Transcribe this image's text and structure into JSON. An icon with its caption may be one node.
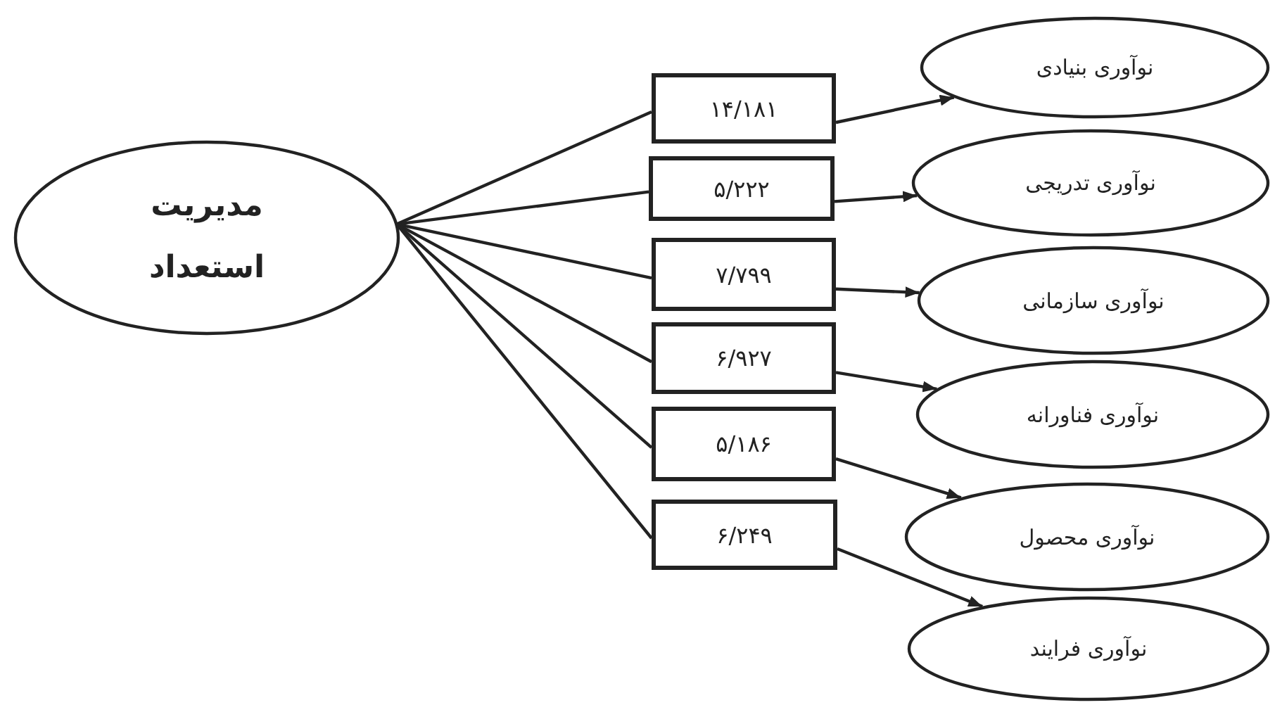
{
  "diagram": {
    "nodes": [
      {
        "text": [
          "مدیریت استعداد"
        ]
      },
      {
        "text": [
          "۱۴/۱۸۱"
        ]
      },
      {
        "text": [
          "۵/۲۲۲"
        ]
      },
      {
        "text": [
          "۷/۷۹۹"
        ]
      },
      {
        "text": [
          "۶/۹۲۷"
        ]
      },
      {
        "text": [
          "۵/۱۸۶"
        ]
      },
      {
        "text": [
          "۶/۲۴۹"
        ]
      },
      {
        "text": [
          "نوآوری بنیادی"
        ]
      },
      {
        "text": [
          "نوآوری تدریجی"
        ]
      },
      {
        "text": [
          "نوآوری سازمانی"
        ]
      },
      {
        "text": [
          "نوآوری فناورانه"
        ]
      },
      {
        "text": [
          "نوآوری محصول"
        ]
      },
      {
        "text": [
          "نوآوری فرایند"
        ]
      }
    ],
    "edges": [
      {
        "from": 0,
        "to": 1,
        "arrow": "none"
      },
      {
        "from": 0,
        "to": 2,
        "arrow": "none"
      },
      {
        "from": 0,
        "to": 3,
        "arrow": "none"
      },
      {
        "from": 0,
        "to": 4,
        "arrow": "none"
      },
      {
        "from": 0,
        "to": 5,
        "arrow": "none"
      },
      {
        "from": 0,
        "to": 6,
        "arrow": "none"
      },
      {
        "from": 1,
        "to": 7,
        "arrow": "to"
      },
      {
        "from": 2,
        "to": 8,
        "arrow": "to"
      },
      {
        "from": 3,
        "to": 9,
        "arrow": "to"
      },
      {
        "from": 4,
        "to": 10,
        "arrow": "to"
      },
      {
        "from": 5,
        "to": 11,
        "arrow": "to"
      },
      {
        "from": 6,
        "to": 12,
        "arrow": "to"
      }
    ]
  }
}
